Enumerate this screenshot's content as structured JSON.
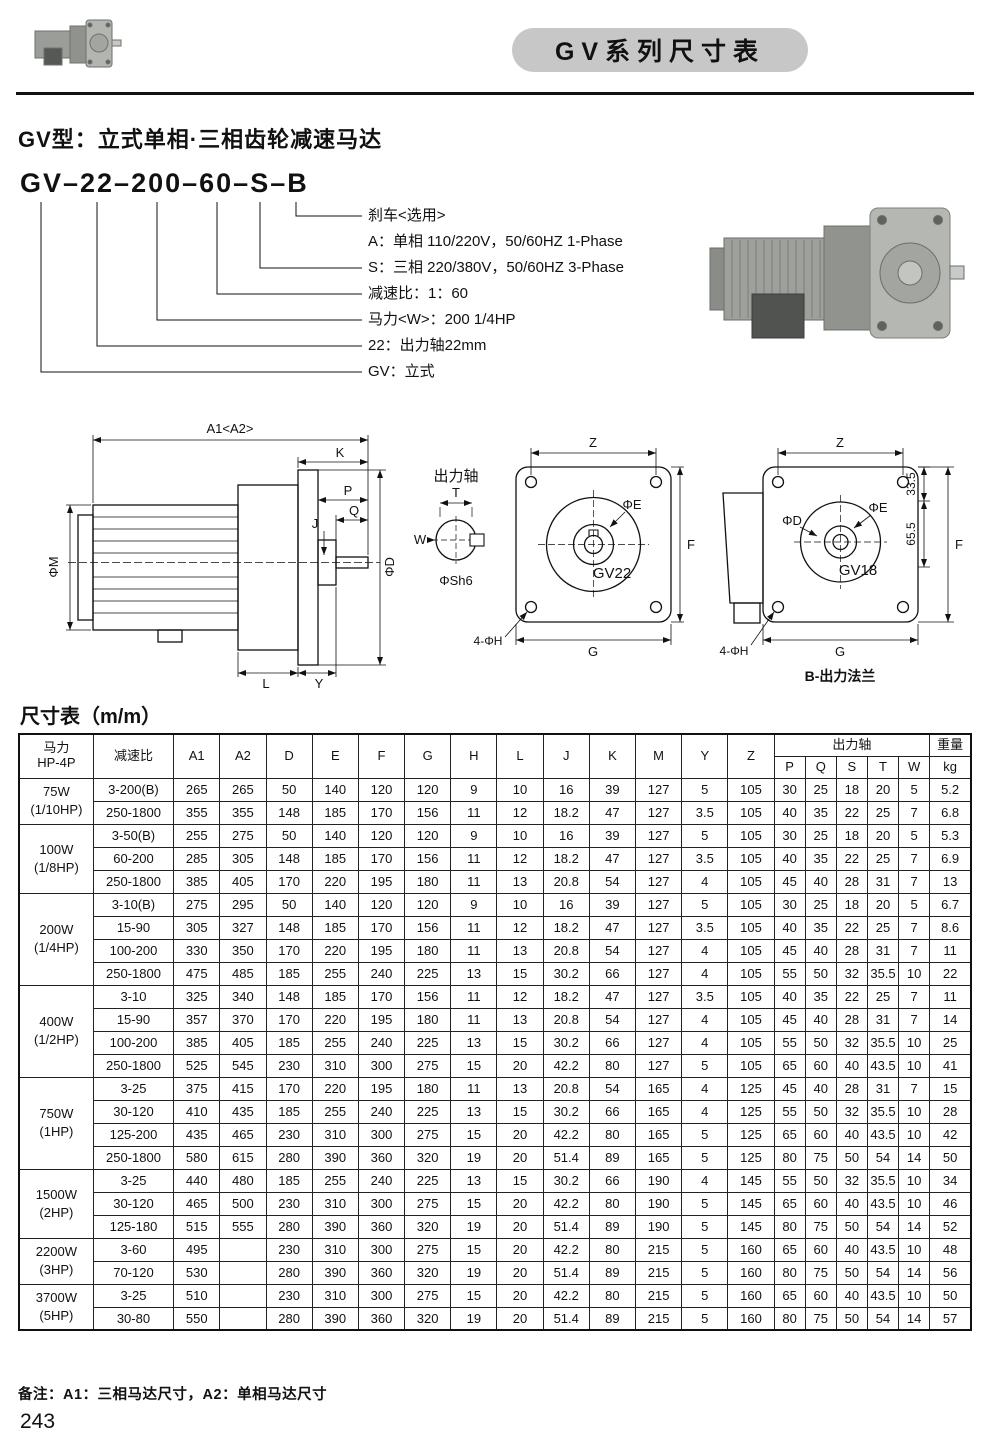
{
  "colors": {
    "header_pill": "#c7c7c7",
    "ink": "#111111"
  },
  "header": {
    "series_title": "GV系列尺寸表"
  },
  "section": {
    "title": "GV型：立式单相·三相齿轮减速马达",
    "model_code": "GV–22–200–60–S–B",
    "callouts": [
      "刹车<选用>",
      "A：单相 110/220V，50/60HZ 1-Phase",
      "S：三相 220/380V，50/60HZ 3-Phase",
      "减速比：1：60",
      "马力<W>：200 1/4HP",
      "22：出力轴22mm",
      "GV：立式"
    ]
  },
  "diagrams": {
    "side": {
      "a1": "A1<A2>",
      "k": "K",
      "p": "P",
      "q": "Q",
      "j": "J",
      "phi_m": "ΦM",
      "phi_d": "ΦD",
      "l": "L",
      "y": "Y"
    },
    "shaft": {
      "title": "出力轴",
      "t": "T",
      "w": "W",
      "phi_s": "ΦSh6"
    },
    "gv22": {
      "z": "Z",
      "phi_e": "ΦE",
      "f": "F",
      "g": "G",
      "holes": "4-ΦH",
      "name": "GV22"
    },
    "gv18": {
      "z": "Z",
      "phi_e": "ΦE",
      "phi_d": "ΦD",
      "dim1": "33.5",
      "dim2": "65.5",
      "f": "F",
      "g": "G",
      "holes": "4-ΦH",
      "name": "GV18",
      "caption": "B-出力法兰"
    }
  },
  "table": {
    "title": "尺寸表（m/m）",
    "header": {
      "power": [
        "马力",
        "HP-4P"
      ],
      "ratio": "减速比",
      "dims": [
        "A1",
        "A2",
        "D",
        "E",
        "F",
        "G",
        "H",
        "L",
        "J",
        "K",
        "M",
        "Y",
        "Z"
      ],
      "shaft_group": "出力轴",
      "shaft_cols": [
        "P",
        "Q",
        "S",
        "T",
        "W"
      ],
      "weight": "重量",
      "weight_unit": "kg"
    },
    "groups": [
      {
        "power": "75W",
        "hp": "(1/10HP)",
        "rows": [
          {
            "ratio": "3-200(B)",
            "v": [
              "265",
              "265",
              "50",
              "140",
              "120",
              "120",
              "9",
              "10",
              "16",
              "39",
              "127",
              "5",
              "105",
              "30",
              "25",
              "18",
              "20",
              "5",
              "5.2"
            ]
          },
          {
            "ratio": "250-1800",
            "v": [
              "355",
              "355",
              "148",
              "185",
              "170",
              "156",
              "11",
              "12",
              "18.2",
              "47",
              "127",
              "3.5",
              "105",
              "40",
              "35",
              "22",
              "25",
              "7",
              "6.8"
            ]
          }
        ]
      },
      {
        "power": "100W",
        "hp": "(1/8HP)",
        "rows": [
          {
            "ratio": "3-50(B)",
            "v": [
              "255",
              "275",
              "50",
              "140",
              "120",
              "120",
              "9",
              "10",
              "16",
              "39",
              "127",
              "5",
              "105",
              "30",
              "25",
              "18",
              "20",
              "5",
              "5.3"
            ]
          },
          {
            "ratio": "60-200",
            "v": [
              "285",
              "305",
              "148",
              "185",
              "170",
              "156",
              "11",
              "12",
              "18.2",
              "47",
              "127",
              "3.5",
              "105",
              "40",
              "35",
              "22",
              "25",
              "7",
              "6.9"
            ]
          },
          {
            "ratio": "250-1800",
            "v": [
              "385",
              "405",
              "170",
              "220",
              "195",
              "180",
              "11",
              "13",
              "20.8",
              "54",
              "127",
              "4",
              "105",
              "45",
              "40",
              "28",
              "31",
              "7",
              "13"
            ]
          }
        ]
      },
      {
        "power": "200W",
        "hp": "(1/4HP)",
        "rows": [
          {
            "ratio": "3-10(B)",
            "v": [
              "275",
              "295",
              "50",
              "140",
              "120",
              "120",
              "9",
              "10",
              "16",
              "39",
              "127",
              "5",
              "105",
              "30",
              "25",
              "18",
              "20",
              "5",
              "6.7"
            ]
          },
          {
            "ratio": "15-90",
            "v": [
              "305",
              "327",
              "148",
              "185",
              "170",
              "156",
              "11",
              "12",
              "18.2",
              "47",
              "127",
              "3.5",
              "105",
              "40",
              "35",
              "22",
              "25",
              "7",
              "8.6"
            ]
          },
          {
            "ratio": "100-200",
            "v": [
              "330",
              "350",
              "170",
              "220",
              "195",
              "180",
              "11",
              "13",
              "20.8",
              "54",
              "127",
              "4",
              "105",
              "45",
              "40",
              "28",
              "31",
              "7",
              "11"
            ]
          },
          {
            "ratio": "250-1800",
            "v": [
              "475",
              "485",
              "185",
              "255",
              "240",
              "225",
              "13",
              "15",
              "30.2",
              "66",
              "127",
              "4",
              "105",
              "55",
              "50",
              "32",
              "35.5",
              "10",
              "22"
            ]
          }
        ]
      },
      {
        "power": "400W",
        "hp": "(1/2HP)",
        "rows": [
          {
            "ratio": "3-10",
            "v": [
              "325",
              "340",
              "148",
              "185",
              "170",
              "156",
              "11",
              "12",
              "18.2",
              "47",
              "127",
              "3.5",
              "105",
              "40",
              "35",
              "22",
              "25",
              "7",
              "11"
            ]
          },
          {
            "ratio": "15-90",
            "v": [
              "357",
              "370",
              "170",
              "220",
              "195",
              "180",
              "11",
              "13",
              "20.8",
              "54",
              "127",
              "4",
              "105",
              "45",
              "40",
              "28",
              "31",
              "7",
              "14"
            ]
          },
          {
            "ratio": "100-200",
            "v": [
              "385",
              "405",
              "185",
              "255",
              "240",
              "225",
              "13",
              "15",
              "30.2",
              "66",
              "127",
              "4",
              "105",
              "55",
              "50",
              "32",
              "35.5",
              "10",
              "25"
            ]
          },
          {
            "ratio": "250-1800",
            "v": [
              "525",
              "545",
              "230",
              "310",
              "300",
              "275",
              "15",
              "20",
              "42.2",
              "80",
              "127",
              "5",
              "105",
              "65",
              "60",
              "40",
              "43.5",
              "10",
              "41"
            ]
          }
        ]
      },
      {
        "power": "750W",
        "hp": "(1HP)",
        "rows": [
          {
            "ratio": "3-25",
            "v": [
              "375",
              "415",
              "170",
              "220",
              "195",
              "180",
              "11",
              "13",
              "20.8",
              "54",
              "165",
              "4",
              "125",
              "45",
              "40",
              "28",
              "31",
              "7",
              "15"
            ]
          },
          {
            "ratio": "30-120",
            "v": [
              "410",
              "435",
              "185",
              "255",
              "240",
              "225",
              "13",
              "15",
              "30.2",
              "66",
              "165",
              "4",
              "125",
              "55",
              "50",
              "32",
              "35.5",
              "10",
              "28"
            ]
          },
          {
            "ratio": "125-200",
            "v": [
              "435",
              "465",
              "230",
              "310",
              "300",
              "275",
              "15",
              "20",
              "42.2",
              "80",
              "165",
              "5",
              "125",
              "65",
              "60",
              "40",
              "43.5",
              "10",
              "42"
            ]
          },
          {
            "ratio": "250-1800",
            "v": [
              "580",
              "615",
              "280",
              "390",
              "360",
              "320",
              "19",
              "20",
              "51.4",
              "89",
              "165",
              "5",
              "125",
              "80",
              "75",
              "50",
              "54",
              "14",
              "50"
            ]
          }
        ]
      },
      {
        "power": "1500W",
        "hp": "(2HP)",
        "rows": [
          {
            "ratio": "3-25",
            "v": [
              "440",
              "480",
              "185",
              "255",
              "240",
              "225",
              "13",
              "15",
              "30.2",
              "66",
              "190",
              "4",
              "145",
              "55",
              "50",
              "32",
              "35.5",
              "10",
              "34"
            ]
          },
          {
            "ratio": "30-120",
            "v": [
              "465",
              "500",
              "230",
              "310",
              "300",
              "275",
              "15",
              "20",
              "42.2",
              "80",
              "190",
              "5",
              "145",
              "65",
              "60",
              "40",
              "43.5",
              "10",
              "46"
            ]
          },
          {
            "ratio": "125-180",
            "v": [
              "515",
              "555",
              "280",
              "390",
              "360",
              "320",
              "19",
              "20",
              "51.4",
              "89",
              "190",
              "5",
              "145",
              "80",
              "75",
              "50",
              "54",
              "14",
              "52"
            ]
          }
        ]
      },
      {
        "power": "2200W",
        "hp": "(3HP)",
        "rows": [
          {
            "ratio": "3-60",
            "v": [
              "495",
              "",
              "230",
              "310",
              "300",
              "275",
              "15",
              "20",
              "42.2",
              "80",
              "215",
              "5",
              "160",
              "65",
              "60",
              "40",
              "43.5",
              "10",
              "48"
            ]
          },
          {
            "ratio": "70-120",
            "v": [
              "530",
              "",
              "280",
              "390",
              "360",
              "320",
              "19",
              "20",
              "51.4",
              "89",
              "215",
              "5",
              "160",
              "80",
              "75",
              "50",
              "54",
              "14",
              "56"
            ]
          }
        ]
      },
      {
        "power": "3700W",
        "hp": "(5HP)",
        "rows": [
          {
            "ratio": "3-25",
            "v": [
              "510",
              "",
              "230",
              "310",
              "300",
              "275",
              "15",
              "20",
              "42.2",
              "80",
              "215",
              "5",
              "160",
              "65",
              "60",
              "40",
              "43.5",
              "10",
              "50"
            ]
          },
          {
            "ratio": "30-80",
            "v": [
              "550",
              "",
              "280",
              "390",
              "360",
              "320",
              "19",
              "20",
              "51.4",
              "89",
              "215",
              "5",
              "160",
              "80",
              "75",
              "50",
              "54",
              "14",
              "57"
            ]
          }
        ]
      }
    ]
  },
  "footer": {
    "note": "备注：A1：三相马达尺寸，A2：单相马达尺寸",
    "page": "243"
  }
}
